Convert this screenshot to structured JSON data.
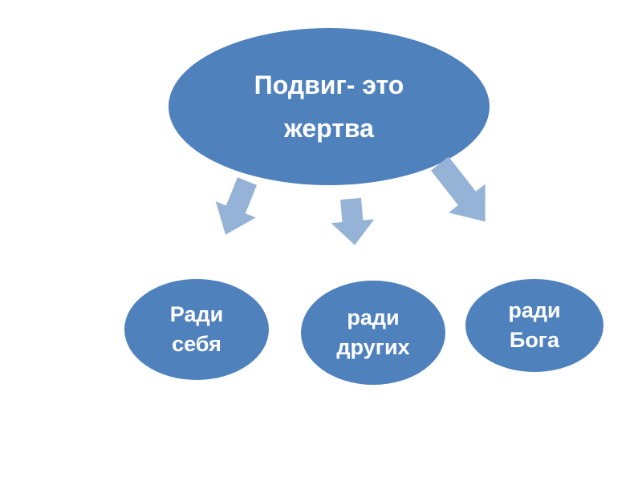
{
  "diagram": {
    "type": "hierarchy",
    "root": {
      "line1": "Подвиг- это",
      "line2": "жертва"
    },
    "children": [
      {
        "line1": "Ради",
        "line2": "себя"
      },
      {
        "line1": "ради",
        "line2": "других"
      },
      {
        "line1": "ради",
        "line2": "Бога"
      }
    ],
    "arrows": [
      {
        "name": "arrow-to-self",
        "direction": "down-left"
      },
      {
        "name": "arrow-to-others",
        "direction": "down"
      },
      {
        "name": "arrow-to-god",
        "direction": "down-right"
      }
    ],
    "colors": {
      "ellipse_fill": "#4f81bd",
      "arrow_fill": "#95b3d7",
      "text": "#ffffff",
      "background": "#ffffff"
    }
  }
}
